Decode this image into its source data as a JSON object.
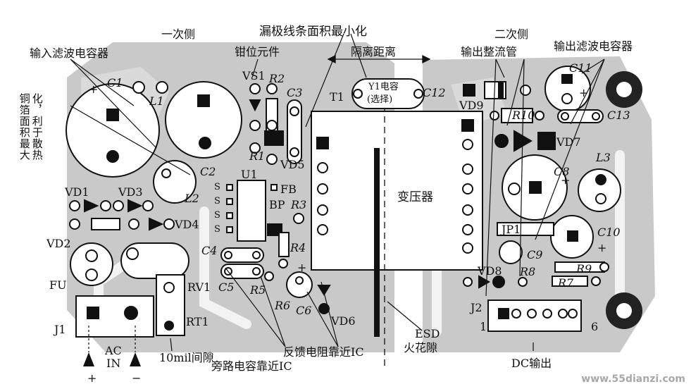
{
  "title": "漏极线条面积最小化",
  "sections": {
    "primary": "一次侧",
    "secondary": "二次侧",
    "isolation": "隔离距离",
    "transformer": "变压器"
  },
  "callouts": {
    "input_cap": "输入滤波电容器",
    "clamp": "钳位元件",
    "copper": [
      "铜箔面积最大",
      "化，利于散热"
    ],
    "y1cap": [
      "Y1电容",
      "(选择)"
    ],
    "output_rect": "输出整流管",
    "output_cap": "输出滤波电容器",
    "feedback": "反馈电阻靠近IC",
    "bypass": "旁路电容靠近IC",
    "gap": "10mil间隙",
    "ac_in": [
      "AC",
      "IN"
    ],
    "esd": [
      "ESD",
      "火花隙"
    ],
    "dc_out": "DC输出"
  },
  "components": {
    "C1": "C1",
    "L1": "L1",
    "C2": "C2",
    "L2": "L2",
    "VS1": "VS1",
    "R2": "R2",
    "C3": "C3",
    "R1": "R1",
    "VD5": "VD5",
    "FB": "FB",
    "BP": "BP",
    "U1": "U1",
    "R3": "R3",
    "R4": "R4",
    "C4": "C4",
    "C5": "C5",
    "R5": "R5",
    "R6": "R6",
    "C6": "C6",
    "VD6": "VD6",
    "VD1": "VD1",
    "VD3": "VD3",
    "VD2": "VD2",
    "VD4": "VD4",
    "FU": "FU",
    "RV1": "RV1",
    "RT1": "RT1",
    "J1": "J1",
    "T1": "T1",
    "C12": "C12",
    "VD9": "VD9",
    "R10": "R10",
    "C11": "C11",
    "C13": "C13",
    "VD7": "VD7",
    "C8": "C8",
    "L3": "L3",
    "JP1": "JP1",
    "C9": "C9",
    "C10": "C10",
    "VD8": "VD8",
    "R8": "R8",
    "R9": "R9",
    "R7": "R7",
    "J2": "J2"
  },
  "pins": {
    "s": "S",
    "j2_first": "1",
    "j2_last": "6"
  },
  "polarity": {
    "plus": "+",
    "minus": "−"
  },
  "watermark": "www.55dianzi.com"
}
